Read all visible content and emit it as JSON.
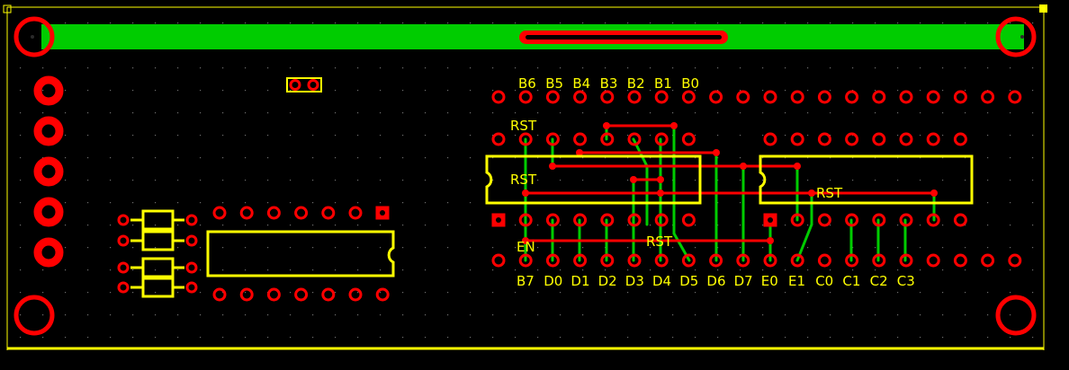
{
  "colors": {
    "background": "#000000",
    "outline": "#ffff00",
    "copper_top": "#ff0000",
    "copper_bottom": "#00cc00",
    "hole": "#000000",
    "grid_dot": "#6b6b6b"
  },
  "labels": {
    "rst_top": "RST",
    "rst_ic1": "RST",
    "rst_ic2": "RST",
    "rst_bottom": "RST",
    "en": "EN",
    "top_row": [
      "B6",
      "B5",
      "B4",
      "B3",
      "B2",
      "B1",
      "B0"
    ],
    "bottom_row": [
      "B7",
      "D0",
      "D1",
      "D2",
      "D3",
      "D4",
      "D5",
      "D6",
      "D7",
      "E0",
      "E1",
      "C0",
      "C1",
      "C2",
      "C3"
    ]
  }
}
